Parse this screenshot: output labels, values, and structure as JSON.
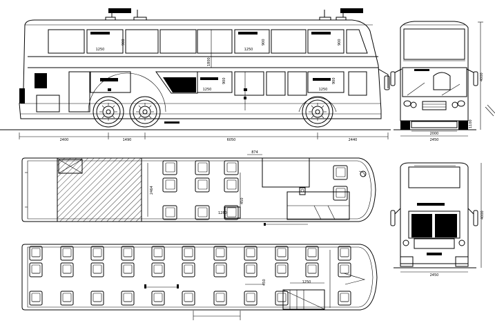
{
  "side_view": {
    "window_dims": [
      "1250",
      "1250",
      "1250",
      "1250"
    ],
    "window_heights": [
      "900",
      "900",
      "900",
      "900",
      "900"
    ],
    "deck_height": "1800",
    "overall_dims": [
      "2400",
      "1490",
      "6050",
      "2440"
    ]
  },
  "front_view": {
    "height_dim": "4000",
    "track_dim": "2000",
    "width_dim": "2450",
    "ground_mark": "1100"
  },
  "upper_plan": {
    "width_dim": "2464",
    "door_dim": "874",
    "aisle_dim": "450",
    "step_dim": "1280"
  },
  "lower_plan": {
    "aisle_dim": "1250",
    "pitch_dim": "450"
  },
  "rear_view": {
    "height_dim": "4000",
    "width_dim": "2450"
  },
  "colors": {
    "line": "#000000",
    "background": "#ffffff"
  }
}
